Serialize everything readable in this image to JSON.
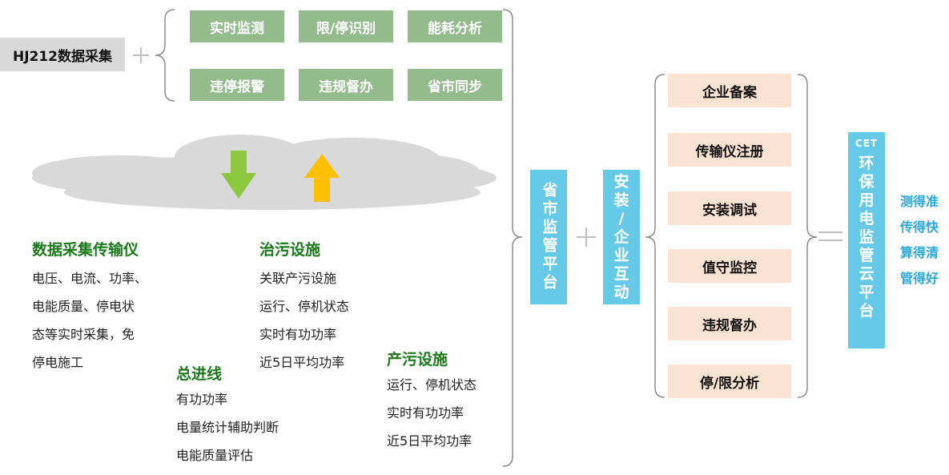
{
  "hj212_label": "HJ212数据采集",
  "functions": [
    "实时监测",
    "限/停识别",
    "能耗分析",
    "违停报警",
    "违规督办",
    "省市同步"
  ],
  "colors": {
    "function_box": "#93bb8c",
    "flow_box": "#fbe3d4",
    "platform_box": "#67c9e8",
    "section_title": "#1a7a1a",
    "slogan": "#28a8dc",
    "arrow_down": "#8dc63f",
    "arrow_up": "#ffc000",
    "cloud": "#d9d9d9"
  },
  "arrows": [
    "arrow-down-icon",
    "arrow-up-icon"
  ],
  "sections": {
    "collector": {
      "title": "数据采集传输仪",
      "lines": [
        "电压、电流、功率、",
        "电能质量、停电状",
        "态等实时采集，免",
        "停电施工"
      ]
    },
    "treatment": {
      "title": "治污设施",
      "lines": [
        "关联产污设施",
        "运行、停机状态",
        "实时有功功率",
        "近5日平均功率"
      ]
    },
    "mainline": {
      "title": "总进线",
      "lines": [
        "有功功率",
        "电量统计辅助判断",
        "电能质量评估"
      ]
    },
    "production": {
      "title": "产污设施",
      "lines": [
        "运行、停机状态",
        "实时有功功率",
        "近5日平均功率"
      ]
    }
  },
  "provincial_platform": "省市监管平台",
  "install_interact": [
    "安",
    "装",
    "/",
    "企",
    "业",
    "互",
    "动"
  ],
  "flow_steps": [
    "企业备案",
    "传输仪注册",
    "安装调试",
    "值守监控",
    "违规督办",
    "停/限分析"
  ],
  "cloud_platform": {
    "logo": "CET",
    "chars": [
      "环",
      "保",
      "用",
      "电",
      "监",
      "管",
      "云",
      "平",
      "台"
    ]
  },
  "slogans": [
    "测得准",
    "传得快",
    "算得清",
    "管得好"
  ]
}
